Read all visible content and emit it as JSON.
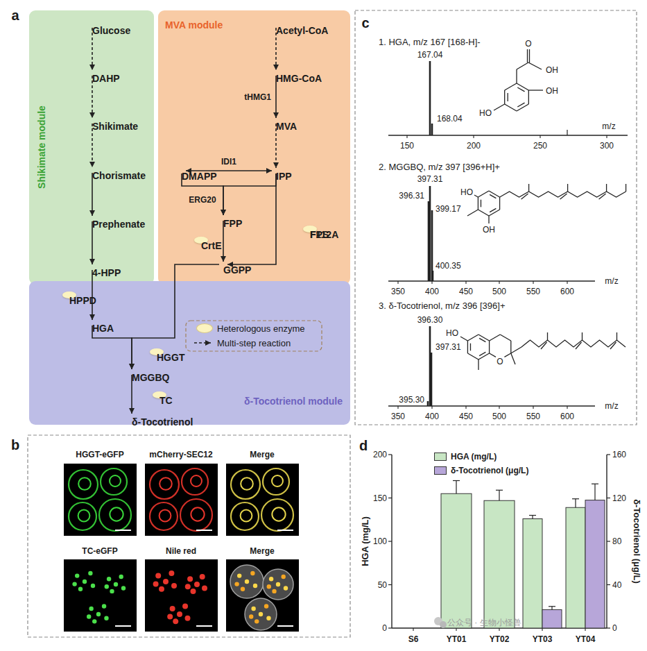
{
  "diagram": {
    "nodes": [
      {
        "text": [
          "Shikimate module"
        ]
      },
      {
        "text": [
          "MVA module"
        ]
      },
      {
        "text": [
          "δ-Tocotrienol module"
        ]
      },
      {
        "text": [
          "Glucose"
        ],
        "in": 0
      },
      {
        "text": [
          "DAHP"
        ],
        "in": 0
      },
      {
        "text": [
          "Shikimate"
        ],
        "in": 0
      },
      {
        "text": [
          "Chorismate"
        ],
        "in": 0
      },
      {
        "text": [
          "Prephenate"
        ],
        "in": 0
      },
      {
        "text": [
          "4-HPP"
        ],
        "in": 0
      },
      {
        "text": [
          "Acetyl-CoA"
        ],
        "in": 1
      },
      {
        "text": [
          "HMG-CoA"
        ],
        "in": 1
      },
      {
        "text": [
          "MVA"
        ],
        "in": 1
      },
      {
        "text": [
          "DMAPP"
        ],
        "in": 1
      },
      {
        "text": [
          "IPP"
        ],
        "in": 1
      },
      {
        "text": [
          "FPP"
        ],
        "in": 1
      },
      {
        "text": [
          "GGPP"
        ],
        "in": 1
      },
      {
        "text": [
          "CrtE"
        ],
        "in": 1
      },
      {
        "text": [
          "FPS",
          "F112A"
        ],
        "in": 1
      },
      {
        "text": [
          "HPPD"
        ],
        "in": 2
      },
      {
        "text": [
          "HGA"
        ],
        "in": 2
      },
      {
        "text": [
          "MGGBQ"
        ],
        "in": 2
      },
      {
        "text": [
          "δ-Tocotrienol"
        ],
        "in": 2
      },
      {
        "text": [
          "HGGT"
        ],
        "in": 2
      },
      {
        "text": [
          "TC"
        ],
        "in": 2
      }
    ],
    "edges": [
      {
        "from": 3,
        "to": 4,
        "arrow": "to"
      },
      {
        "from": 4,
        "to": 5,
        "arrow": "to"
      },
      {
        "from": 5,
        "to": 6,
        "arrow": "to"
      },
      {
        "from": 6,
        "to": 7,
        "arrow": "to"
      },
      {
        "from": 7,
        "to": 8,
        "arrow": "to"
      },
      {
        "from": 8,
        "to": 19,
        "arrow": "to"
      },
      {
        "from": 9,
        "to": 10,
        "arrow": "to"
      },
      {
        "from": 10,
        "to": 11,
        "arrow": "to"
      },
      {
        "from": 11,
        "to": 13,
        "arrow": "to"
      },
      {
        "from": 12,
        "to": 13,
        "arrow": "both"
      },
      {
        "from": 12,
        "to": 14,
        "arrow": "to"
      },
      {
        "from": 13,
        "to": 14,
        "arrow": "to"
      },
      {
        "from": 14,
        "to": 15,
        "arrow": "to"
      },
      {
        "from": 13,
        "to": 15,
        "arrow": "to"
      },
      {
        "from": 15,
        "to": 20,
        "arrow": "to"
      },
      {
        "from": 19,
        "to": 20,
        "arrow": "to"
      },
      {
        "from": 20,
        "to": 21,
        "arrow": "to"
      }
    ],
    "labels": [
      "a",
      "tHMG1",
      "IDI1",
      "ERG20",
      "b",
      "HGGT-eGFP",
      "mCherry-SEC12",
      "Merge",
      "TC-eGFP",
      "Nile red",
      "Merge",
      "c",
      "1. HGA, m/z 167 [168-H]-",
      "167.04",
      "168.04",
      "150",
      "200",
      "250",
      "300",
      "m/z",
      "O",
      "OH",
      "OH",
      "HO",
      "2. MGGBQ, m/z 397 [396+H]+",
      "397.31",
      "396.31",
      "399.17",
      "400.35",
      "350",
      "400",
      "450",
      "500",
      "550",
      "600",
      "m/z",
      "HO",
      "OH",
      "3. δ-Tocotrienol, m/z 396 [396]+",
      "396.30",
      "397.31",
      "395.30",
      "350",
      "400",
      "450",
      "500",
      "550",
      "600",
      "m/z",
      "HO",
      "O",
      "d",
      "200",
      "150",
      "100",
      "50",
      "0",
      "HGA (mg/L)",
      "160",
      "120",
      "80",
      "40",
      "0",
      "δ-Tocotrienol (μg/L)",
      "S6",
      "YT01",
      "YT02",
      "YT03",
      "YT04",
      "公众号 · 生物小怪兽"
    ],
    "legend": [
      {
        "text": "Heterologous enzyme",
        "color": "#fbf3c0"
      },
      {
        "text": "Multi-step reaction"
      },
      {
        "text": "HGA (mg/L)",
        "color": "#c8e6c4"
      },
      {
        "text": "δ-Tocotrienol (μg/L)",
        "color": "#b7a6d9"
      }
    ]
  }
}
